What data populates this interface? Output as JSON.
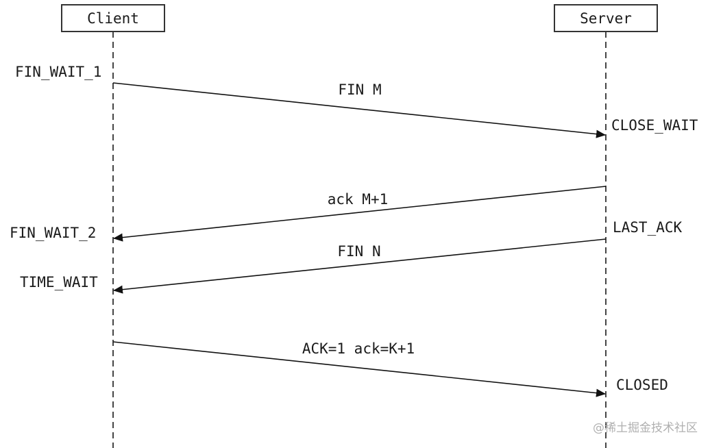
{
  "participants": {
    "client": "Client",
    "server": "Server"
  },
  "client_states": {
    "fin_wait_1": "FIN_WAIT_1",
    "fin_wait_2": "FIN_WAIT_2",
    "time_wait": "TIME_WAIT"
  },
  "server_states": {
    "close_wait": "CLOSE_WAIT",
    "last_ack": "LAST_ACK",
    "closed": "CLOSED"
  },
  "messages": {
    "fin_m": "FIN M",
    "ack_m1": "ack M+1",
    "fin_n": "FIN N",
    "ack_k1": "ACK=1 ack=K+1"
  },
  "watermark": "@稀土掘金技术社区"
}
